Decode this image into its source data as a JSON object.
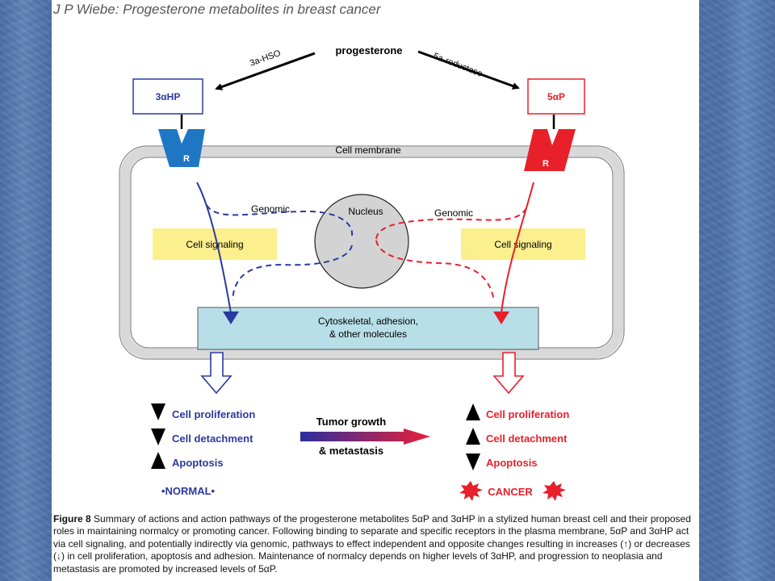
{
  "header": "J P Wiebe: Progesterone metabolites in breast cancer",
  "progesterone": "progesterone",
  "enzyme_left": "3a-HSO",
  "enzyme_right": "5a-reductase",
  "metabolite_left": "3αHP",
  "metabolite_right": "5αP",
  "receptor_label": "R",
  "cell_membrane": "Cell membrane",
  "nucleus": "Nucleus",
  "genomic_left": "Genomic",
  "genomic_right": "Genomic",
  "signaling_left": "Cell signaling",
  "signaling_right": "Cell signaling",
  "cytoskeletal_line1": "Cytoskeletal, adhesion,",
  "cytoskeletal_line2": "& other molecules",
  "outcomes_left": {
    "proliferation": "Cell proliferation",
    "detachment": "Cell detachment",
    "apoptosis": "Apoptosis",
    "result": "•NORMAL•"
  },
  "outcomes_right": {
    "proliferation": "Cell proliferation",
    "detachment": "Cell detachment",
    "apoptosis": "Apoptosis",
    "result": "CANCER"
  },
  "tumor_line1": "Tumor growth",
  "tumor_line2": "& metastasis",
  "caption": {
    "label": "Figure 8",
    "text": "Summary of actions and action pathways of the progesterone metabolites 5αP and 3αHP in a stylized human breast cell and their proposed roles in maintaining normalcy or promoting cancer. Following binding to separate and specific receptors in the plasma membrane, 5αP and 3αHP act via cell signaling, and potentially indirectly via genomic, pathways to effect independent and opposite changes resulting in increases (↑) or decreases (↓) in cell proliferation, apoptosis and adhesion. Maintenance of normalcy depends on higher levels of 3αHP, and progression to neoplasia and metastasis are promoted by increased levels of 5αP."
  },
  "colors": {
    "blue": "#2b3aa0",
    "receptor_blue": "#1f77c4",
    "red": "#e8202a",
    "yellow": "#fbef8e",
    "cyto_fill": "#b8dfe8",
    "membrane": "#d8d8d8",
    "nucleus": "#d3d3d3"
  }
}
